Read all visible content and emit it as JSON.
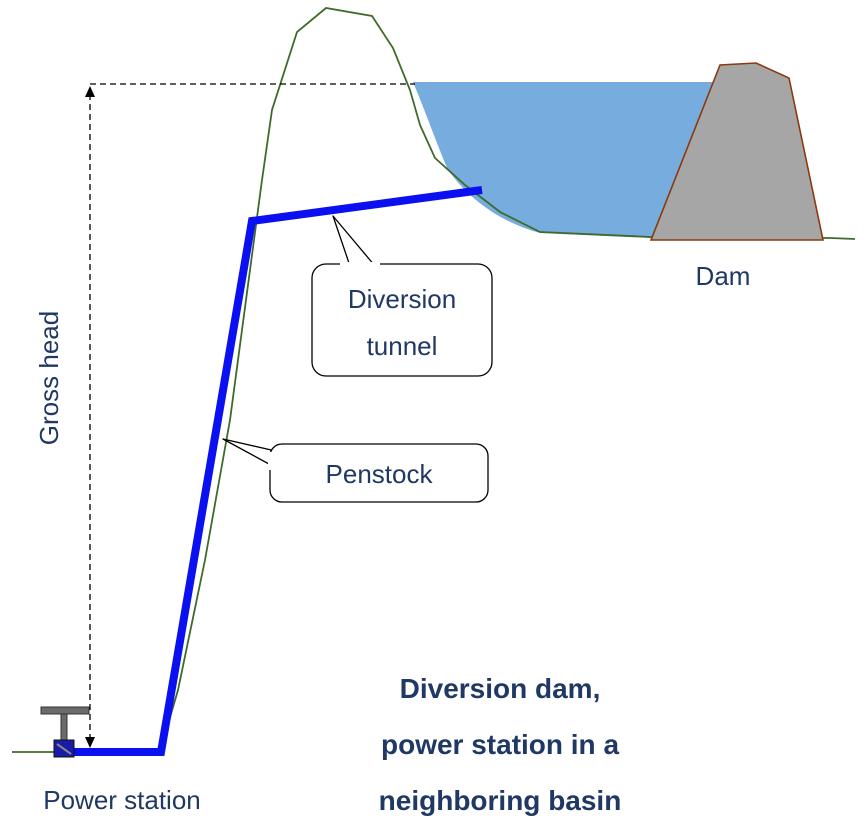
{
  "labels": {
    "gross_head": "Gross head",
    "dam": "Dam",
    "diversion_tunnel_line1": "Diversion",
    "diversion_tunnel_line2": "tunnel",
    "penstock": "Penstock",
    "power_station": "Power station"
  },
  "caption": {
    "line1": "Diversion dam,",
    "line2": "power station in a",
    "line3": "neighboring basin"
  },
  "colors": {
    "terrain": "#3f6b2a",
    "water": "#6fa8dc",
    "dam_fill": "#a6a6a6",
    "dam_outline": "#8b3a0f",
    "pipe": "#0a10f0",
    "text": "#1f3864"
  }
}
